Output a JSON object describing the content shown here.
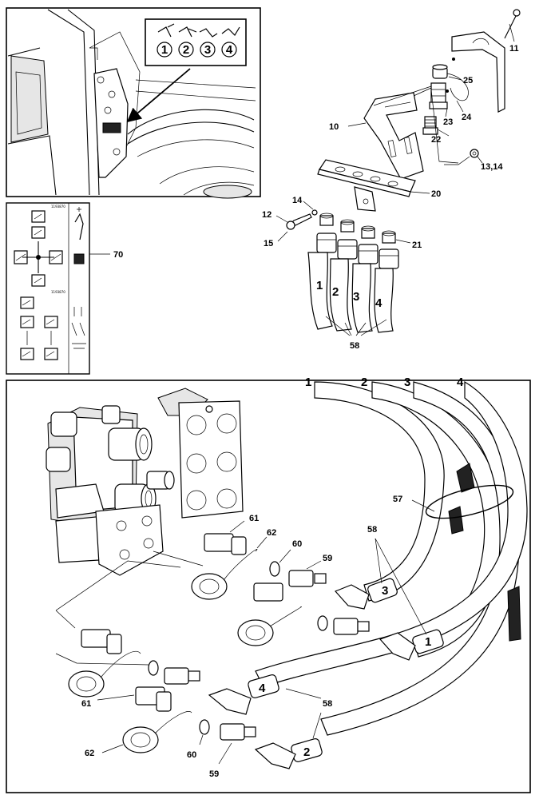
{
  "callouts": {
    "c10": "10",
    "c11": "11",
    "c12": "12",
    "c13_14": "13,14",
    "c14": "14",
    "c15": "15",
    "c20": "20",
    "c21": "21",
    "c22": "22",
    "c23": "23",
    "c24": "24",
    "c25": "25",
    "c57": "57",
    "c58_top": "58",
    "c58_a": "58",
    "c58_b": "58",
    "c59_a": "59",
    "c59_b": "59",
    "c60_a": "60",
    "c60_b": "60",
    "c61_a": "61",
    "c61_b": "61",
    "c62_a": "62",
    "c62_b": "62",
    "c70": "70"
  },
  "hose_numbers": {
    "top": [
      "1",
      "2",
      "3",
      "4"
    ],
    "bottom_header": [
      "1",
      "2",
      "3",
      "4"
    ],
    "bottom_on_hose": {
      "h1": "1",
      "h2": "2",
      "h3": "3",
      "h4": "4"
    }
  },
  "sticker_symbols": [
    "1",
    "2",
    "3",
    "4"
  ],
  "decal_codes": {
    "top": "1193870",
    "middle": "1193870"
  },
  "colors": {
    "line": "#000000",
    "background": "#ffffff",
    "tape": "#111111"
  },
  "icons": [
    "hydraulic-function-1-icon",
    "hydraulic-function-2-icon",
    "hydraulic-function-3-icon",
    "hydraulic-function-4-icon",
    "joystick-icon",
    "arrow-icon"
  ]
}
